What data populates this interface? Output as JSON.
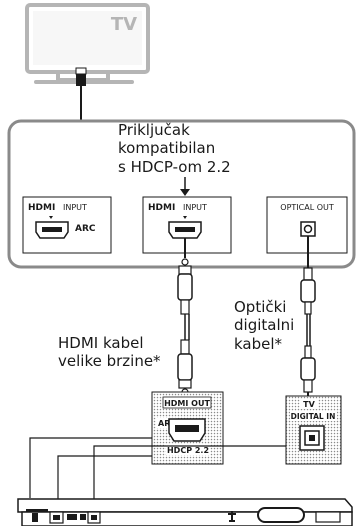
{
  "tv": {
    "label": "TV"
  },
  "hdcp_note": "Priključak\nkompatibilan\ns HDCP-om 2.2",
  "tv_ports": {
    "hdmi_arc": {
      "logo": "HDMI",
      "input_text": "INPUT",
      "arc_text": "ARC"
    },
    "hdmi_input": {
      "logo": "HDMI",
      "input_text": "INPUT"
    },
    "optical_out": {
      "label": "OPTICAL OUT"
    }
  },
  "cables": {
    "hdmi": "HDMI kabel\nvelike brzine*",
    "optical": "Optički\ndigitalni\nkabel*"
  },
  "soundbar_ports": {
    "hdmi_out": {
      "header": "HDMI OUT",
      "arc_text": "ARC",
      "hdcp_text": "HDCP 2.2"
    },
    "digital_in": {
      "tv_text": "TV",
      "label": "DIGITAL IN"
    }
  },
  "colors": {
    "line": "#1a1a1a",
    "tv_gray": "#b5b5b5",
    "screen_fill": "#f2f2f2",
    "dotted_bg": "#9c9c9c"
  }
}
